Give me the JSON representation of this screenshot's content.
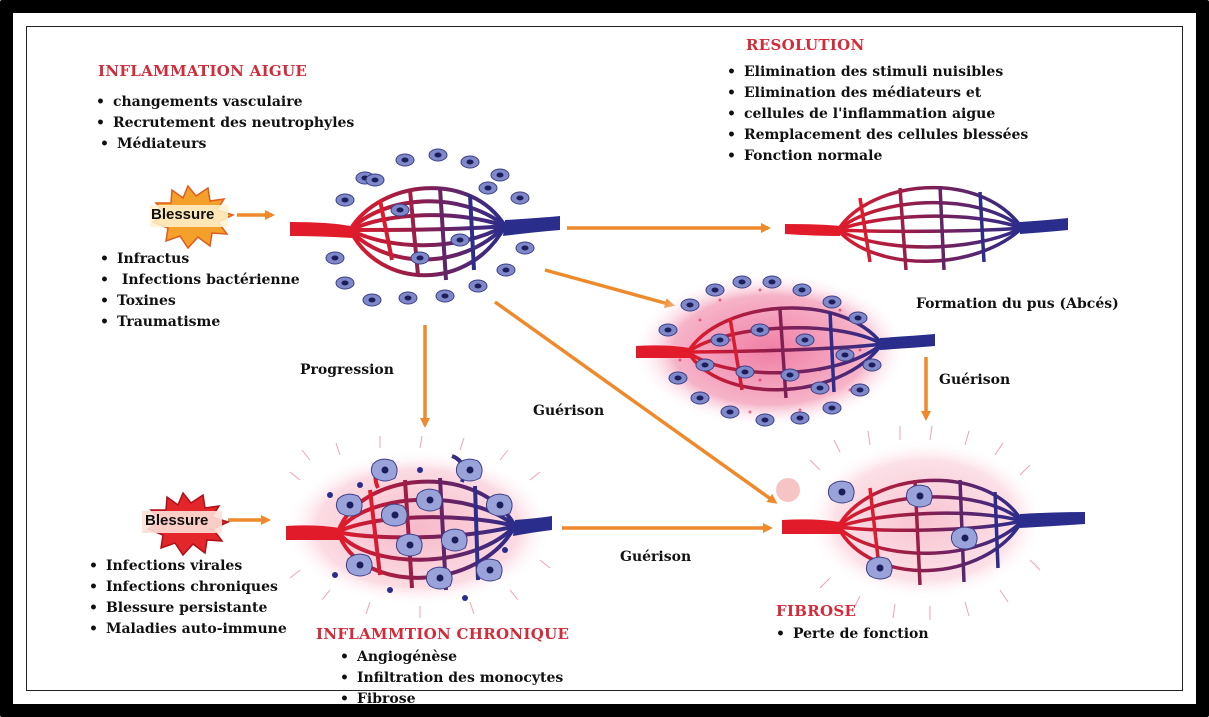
{
  "acute": {
    "title": "INFLAMMATION AIGUE",
    "features": [
      "changements vasculaire",
      "Recrutement des neutrophyles",
      "Médiateurs"
    ],
    "blessure": "Blessure",
    "causes": [
      "Infractus",
      " Infections bactérienne",
      "Toxines",
      "Traumatisme"
    ]
  },
  "resolution": {
    "title": "RESOLUTION",
    "items": [
      "Elimination des stimuli nuisibles",
      "Elimination des médiateurs et",
      "cellules de l'inflammation aigue",
      "Remplacement des cellules blessées",
      "Fonction normale"
    ]
  },
  "abscess": {
    "label": "Formation du pus (Abcés)"
  },
  "arrows": {
    "progression": "Progression",
    "healing_diagonal": "Guérison",
    "healing_right": "Guérison",
    "healing_bottom": "Guérison"
  },
  "chronic": {
    "title": "INFLAMMTION CHRONIQUE",
    "blessure": "Blessure",
    "causes": [
      "Infections virales",
      "Infections chroniques",
      "Blessure persistante",
      "Maladies auto-immune"
    ],
    "features": [
      "Angiogénèse",
      "Infiltration des monocytes",
      "Fibrose"
    ]
  },
  "fibrosis": {
    "title": "FIBROSE",
    "items": [
      "Perte de fonction"
    ]
  },
  "colors": {
    "title_red": "#d42b3a",
    "arrow_orange": "#ee8a2b",
    "vessel_red": "#e21b2b",
    "vessel_blue": "#2a2d8c",
    "cell_blue": "#7f88c9",
    "pus_pink": "#f4a8c0"
  }
}
